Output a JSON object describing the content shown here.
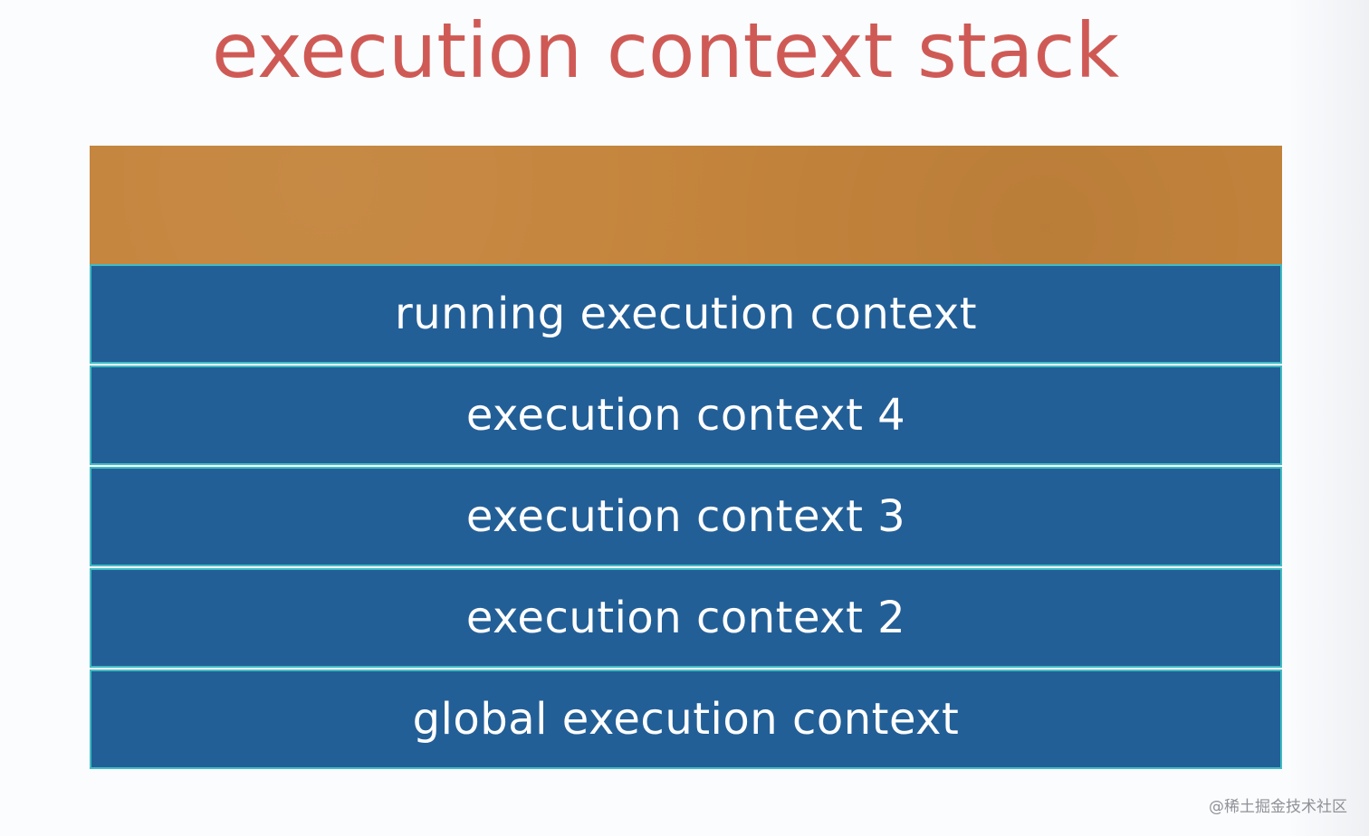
{
  "title": "execution context stack",
  "stack": {
    "layers": [
      {
        "label": "running execution context"
      },
      {
        "label": "execution context 4"
      },
      {
        "label": "execution context 3"
      },
      {
        "label": "execution context 2"
      },
      {
        "label": "global execution context"
      }
    ]
  },
  "watermark": "@稀土掘金技术社区",
  "colors": {
    "title": "#cf5a55",
    "top_area": "#c4843c",
    "layer_fill": "#235f97",
    "layer_border": "#3fbcc4",
    "layer_text": "#ffffff"
  }
}
